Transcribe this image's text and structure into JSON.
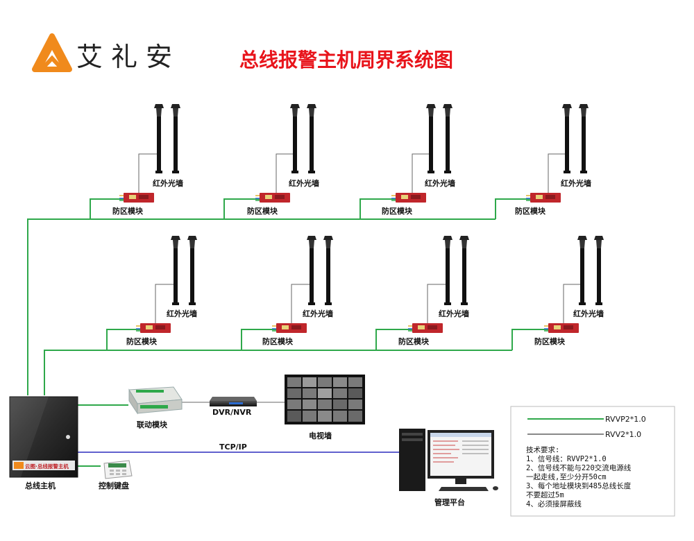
{
  "brand": {
    "name": "艾礼安"
  },
  "title": "总线报警主机周界系统图",
  "labels": {
    "infrared_wall": "红外光墙",
    "zone_module": "防区模块",
    "bus_host": "总线主机",
    "control_keyboard": "控制键盘",
    "linkage_module": "联动模块",
    "dvr_nvr": "DVR/NVR",
    "tv_wall": "电视墙",
    "tcp_ip": "TCP/IP",
    "management_platform": "管理平台",
    "host_panel_text": "云图·总线报警主机"
  },
  "legend": {
    "green_label": "RVVP2*1.0",
    "black_label": "RVV2*1.0",
    "req_title": "技术要求:",
    "req_lines": [
      "1、信号线：RVVP2*1.0",
      "2、信号线不能与220交流电源线",
      "一起走线,至少分开50cm",
      "3、每个地址模块到485总线长度",
      "不要超过5m",
      "4、必须接屏蔽线"
    ]
  },
  "colors": {
    "title_red": "#e8141b",
    "brand_orange": "#f08a1c",
    "bus_green": "#2ea84a",
    "network_blue": "#2b2bbd",
    "module_red": "#c0262b"
  },
  "icons": [
    "logo-triangle-icon",
    "infrared-pole-icon",
    "zone-module-icon",
    "host-cabinet-icon",
    "keyboard-icon",
    "linkage-module-icon",
    "dvr-icon",
    "tv-wall-icon",
    "computer-icon"
  ]
}
